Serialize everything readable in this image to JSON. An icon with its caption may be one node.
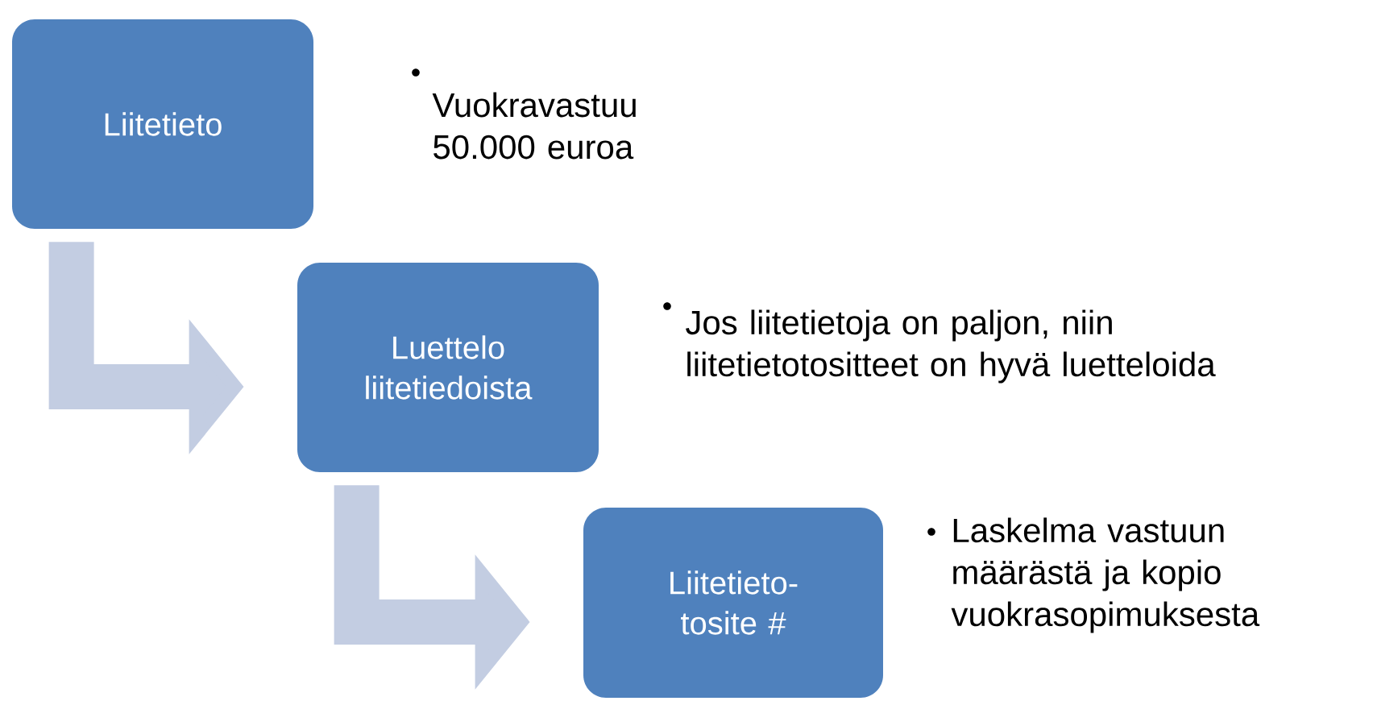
{
  "diagram": {
    "nodes": [
      {
        "text": [
          "Liitetieto"
        ],
        "beside": [
          "Vuokravastuu 50.000 euroa"
        ]
      },
      {
        "text": [
          "Luettelo liitetiedoista"
        ],
        "beside": [
          "Jos liitetietoja on paljon, niin liitetietotositteet on hyvä luetteloida"
        ]
      },
      {
        "text": [
          "Liitetieto-tosite #"
        ],
        "beside": [
          "Laskelma vastuun määrästä ja kopio vuokrasopimuksesta"
        ]
      }
    ],
    "edges": [
      {
        "from": 0,
        "to": 1,
        "arrow": "to"
      },
      {
        "from": 1,
        "to": 2,
        "arrow": "to"
      }
    ]
  }
}
